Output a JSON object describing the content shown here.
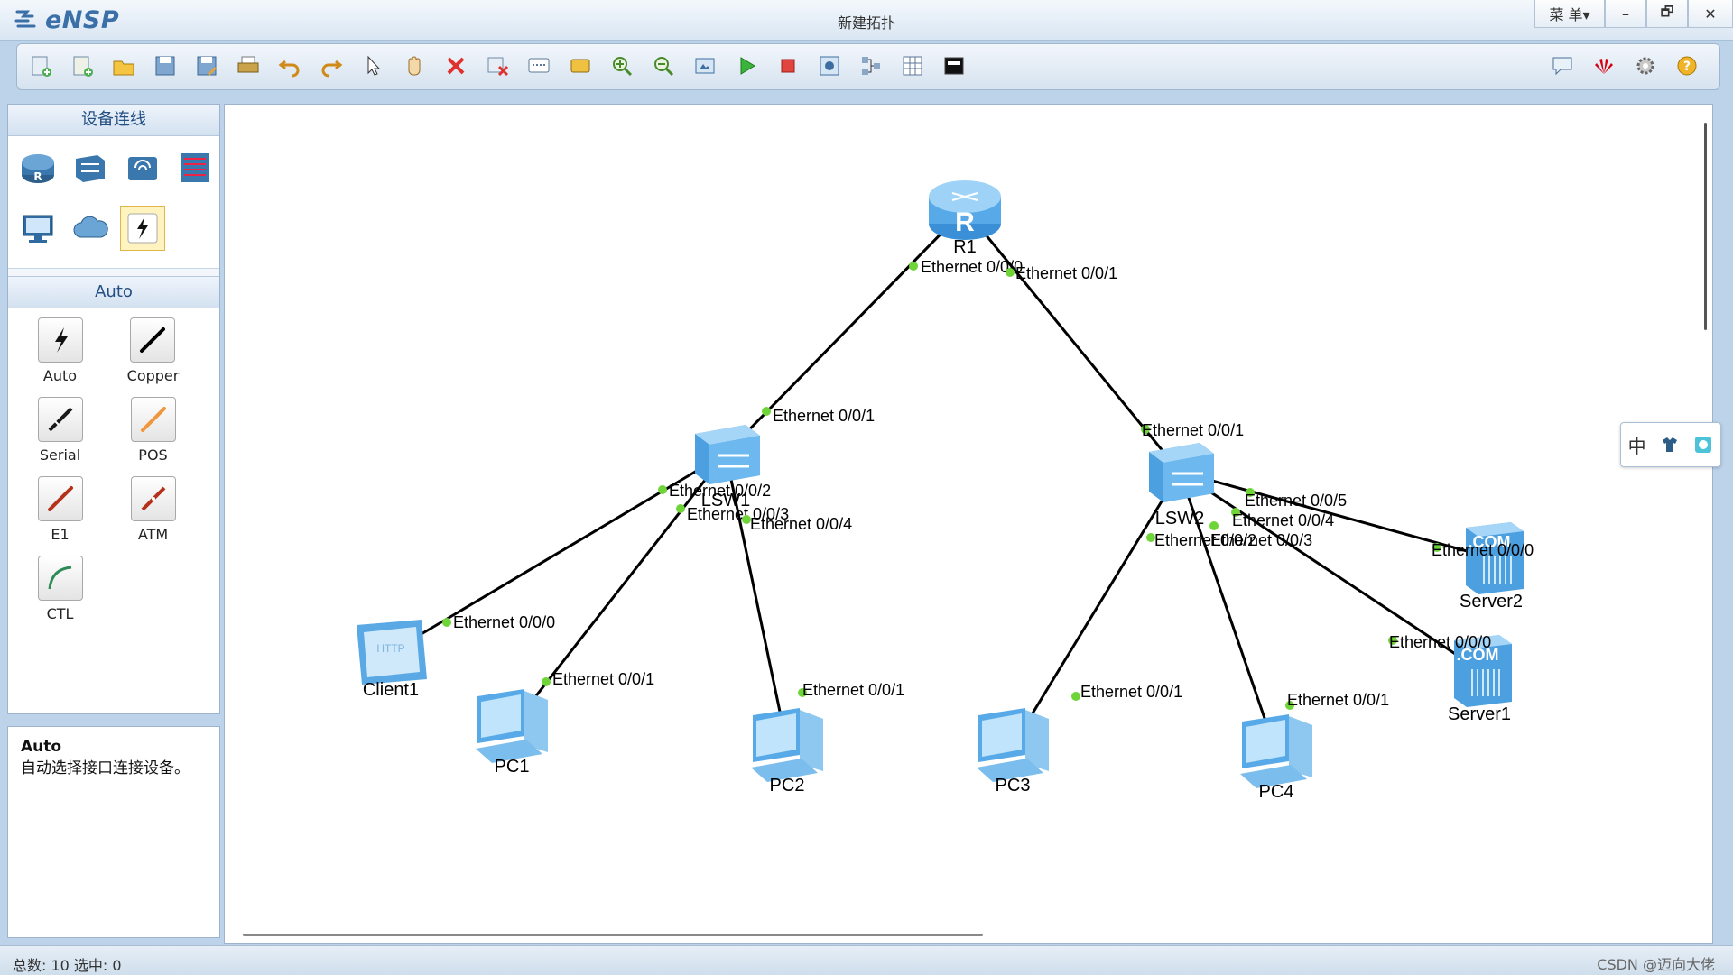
{
  "app": {
    "name": "eNSP",
    "window_title": "新建拓扑",
    "menu_label": "菜 单▾",
    "win_buttons": {
      "minimize": "–",
      "restore": "🗗",
      "close": "✕"
    }
  },
  "toolbar": {
    "left": [
      "new-topology",
      "new-example",
      "open",
      "save",
      "save-as",
      "print",
      "undo",
      "redo",
      "select",
      "pan",
      "delete",
      "delete-links",
      "text-note",
      "palette",
      "zoom-in",
      "zoom-out",
      "fit-view",
      "start-devices",
      "stop-devices",
      "capture",
      "topology-view",
      "grid",
      "terminal"
    ],
    "right": [
      "chat",
      "huawei",
      "settings",
      "help"
    ]
  },
  "sidebar": {
    "device_section_title": "设备连线",
    "device_categories": [
      "router",
      "switch",
      "wireless",
      "firewall",
      "terminal",
      "cloud",
      "connection"
    ],
    "cable_section_title": "Auto",
    "cables": [
      {
        "id": "auto",
        "label": "Auto",
        "color": "#000000"
      },
      {
        "id": "copper",
        "label": "Copper",
        "color": "#000000"
      },
      {
        "id": "serial",
        "label": "Serial",
        "color": "#1a1a1a"
      },
      {
        "id": "pos",
        "label": "POS",
        "color": "#f0963c"
      },
      {
        "id": "e1",
        "label": "E1",
        "color": "#b4311a"
      },
      {
        "id": "atm",
        "label": "ATM",
        "color": "#b4311a"
      },
      {
        "id": "ctl",
        "label": "CTL",
        "color": "#2e8b57"
      }
    ],
    "info": {
      "title": "Auto",
      "description": "自动选择接口连接设备。"
    }
  },
  "topology": {
    "devices": [
      {
        "id": "R1",
        "label": "R1",
        "type": "router"
      },
      {
        "id": "LSW1",
        "label": "LSW1",
        "type": "switch"
      },
      {
        "id": "LSW2",
        "label": "LSW2",
        "type": "switch"
      },
      {
        "id": "Client1",
        "label": "Client1",
        "type": "client"
      },
      {
        "id": "PC1",
        "label": "PC1",
        "type": "pc"
      },
      {
        "id": "PC2",
        "label": "PC2",
        "type": "pc"
      },
      {
        "id": "PC3",
        "label": "PC3",
        "type": "pc"
      },
      {
        "id": "PC4",
        "label": "PC4",
        "type": "pc"
      },
      {
        "id": "Server1",
        "label": "Server1",
        "type": "server"
      },
      {
        "id": "Server2",
        "label": "Server2",
        "type": "server"
      }
    ],
    "links": [
      {
        "a": "R1",
        "a_port": "Ethernet 0/0/0",
        "b": "LSW1",
        "b_port": "Ethernet 0/0/1"
      },
      {
        "a": "R1",
        "a_port": "Ethernet 0/0/1",
        "b": "LSW2",
        "b_port": "Ethernet 0/0/1"
      },
      {
        "a": "LSW1",
        "a_port": "Ethernet 0/0/2",
        "b": "Client1",
        "b_port": "Ethernet 0/0/0"
      },
      {
        "a": "LSW1",
        "a_port": "Ethernet 0/0/3",
        "b": "PC1",
        "b_port": "Ethernet 0/0/1"
      },
      {
        "a": "LSW1",
        "a_port": "Ethernet 0/0/4",
        "b": "PC2",
        "b_port": "Ethernet 0/0/1"
      },
      {
        "a": "LSW2",
        "a_port": "Ethernet 0/0/2",
        "b": "PC3",
        "b_port": "Ethernet 0/0/1"
      },
      {
        "a": "LSW2",
        "a_port": "Ethernet 0/0/3",
        "b": "PC4",
        "b_port": "Ethernet 0/0/1"
      },
      {
        "a": "LSW2",
        "a_port": "Ethernet 0/0/4",
        "b": "Server1",
        "b_port": "Ethernet 0/0/0"
      },
      {
        "a": "LSW2",
        "a_port": "Ethernet 0/0/5",
        "b": "Server2",
        "b_port": "Ethernet 0/0/0"
      }
    ]
  },
  "ime": {
    "lang": "中"
  },
  "status": {
    "summary": "总数: 10 选中: 0",
    "watermark": "CSDN @迈向大佬"
  }
}
